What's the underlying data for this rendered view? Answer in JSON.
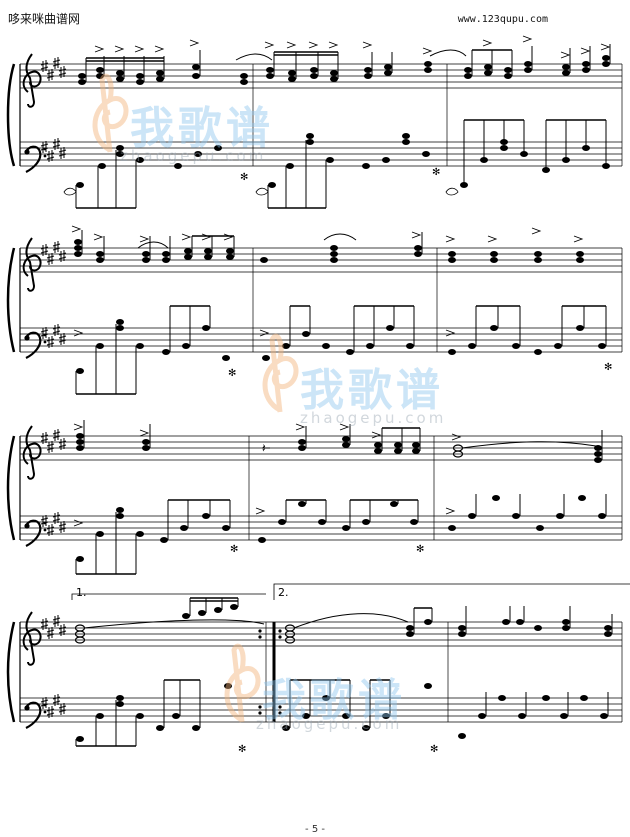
{
  "header": {
    "site_name": "哆来咪曲谱网",
    "site_url": "www.123qupu.com"
  },
  "watermark": {
    "text_cn": "我歌谱",
    "text_en": "zhaogepu.com"
  },
  "volta": {
    "first_label": "1.",
    "second_label": "2."
  },
  "footer": {
    "page_number": "- 5 -"
  },
  "colors": {
    "ink": "#000000",
    "watermark_blue": "#8fc7ef",
    "watermark_orange": "#f2b27a"
  }
}
